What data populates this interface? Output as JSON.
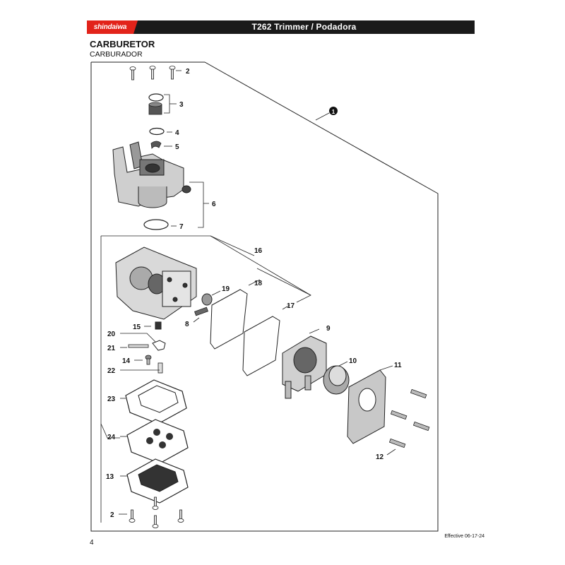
{
  "header": {
    "brand": "shindaiwa",
    "title": "T262 Trimmer / Podadora"
  },
  "section": {
    "title": "CARBURETOR",
    "subtitle": "CARBURADOR"
  },
  "callouts": {
    "c1": "1",
    "c2a": "2",
    "c3": "3",
    "c4": "4",
    "c5": "5",
    "c6": "6",
    "c7": "7",
    "c8": "8",
    "c9": "9",
    "c10": "10",
    "c11": "11",
    "c12": "12",
    "c13": "13",
    "c14": "14",
    "c15": "15",
    "c16": "16",
    "c17": "17",
    "c18": "18",
    "c19": "19",
    "c20": "20",
    "c21": "21",
    "c22": "22",
    "c23": "23",
    "c24": "24",
    "c2b": "2"
  },
  "footer": {
    "page": "4",
    "effective": "Effective 06-17-24"
  }
}
